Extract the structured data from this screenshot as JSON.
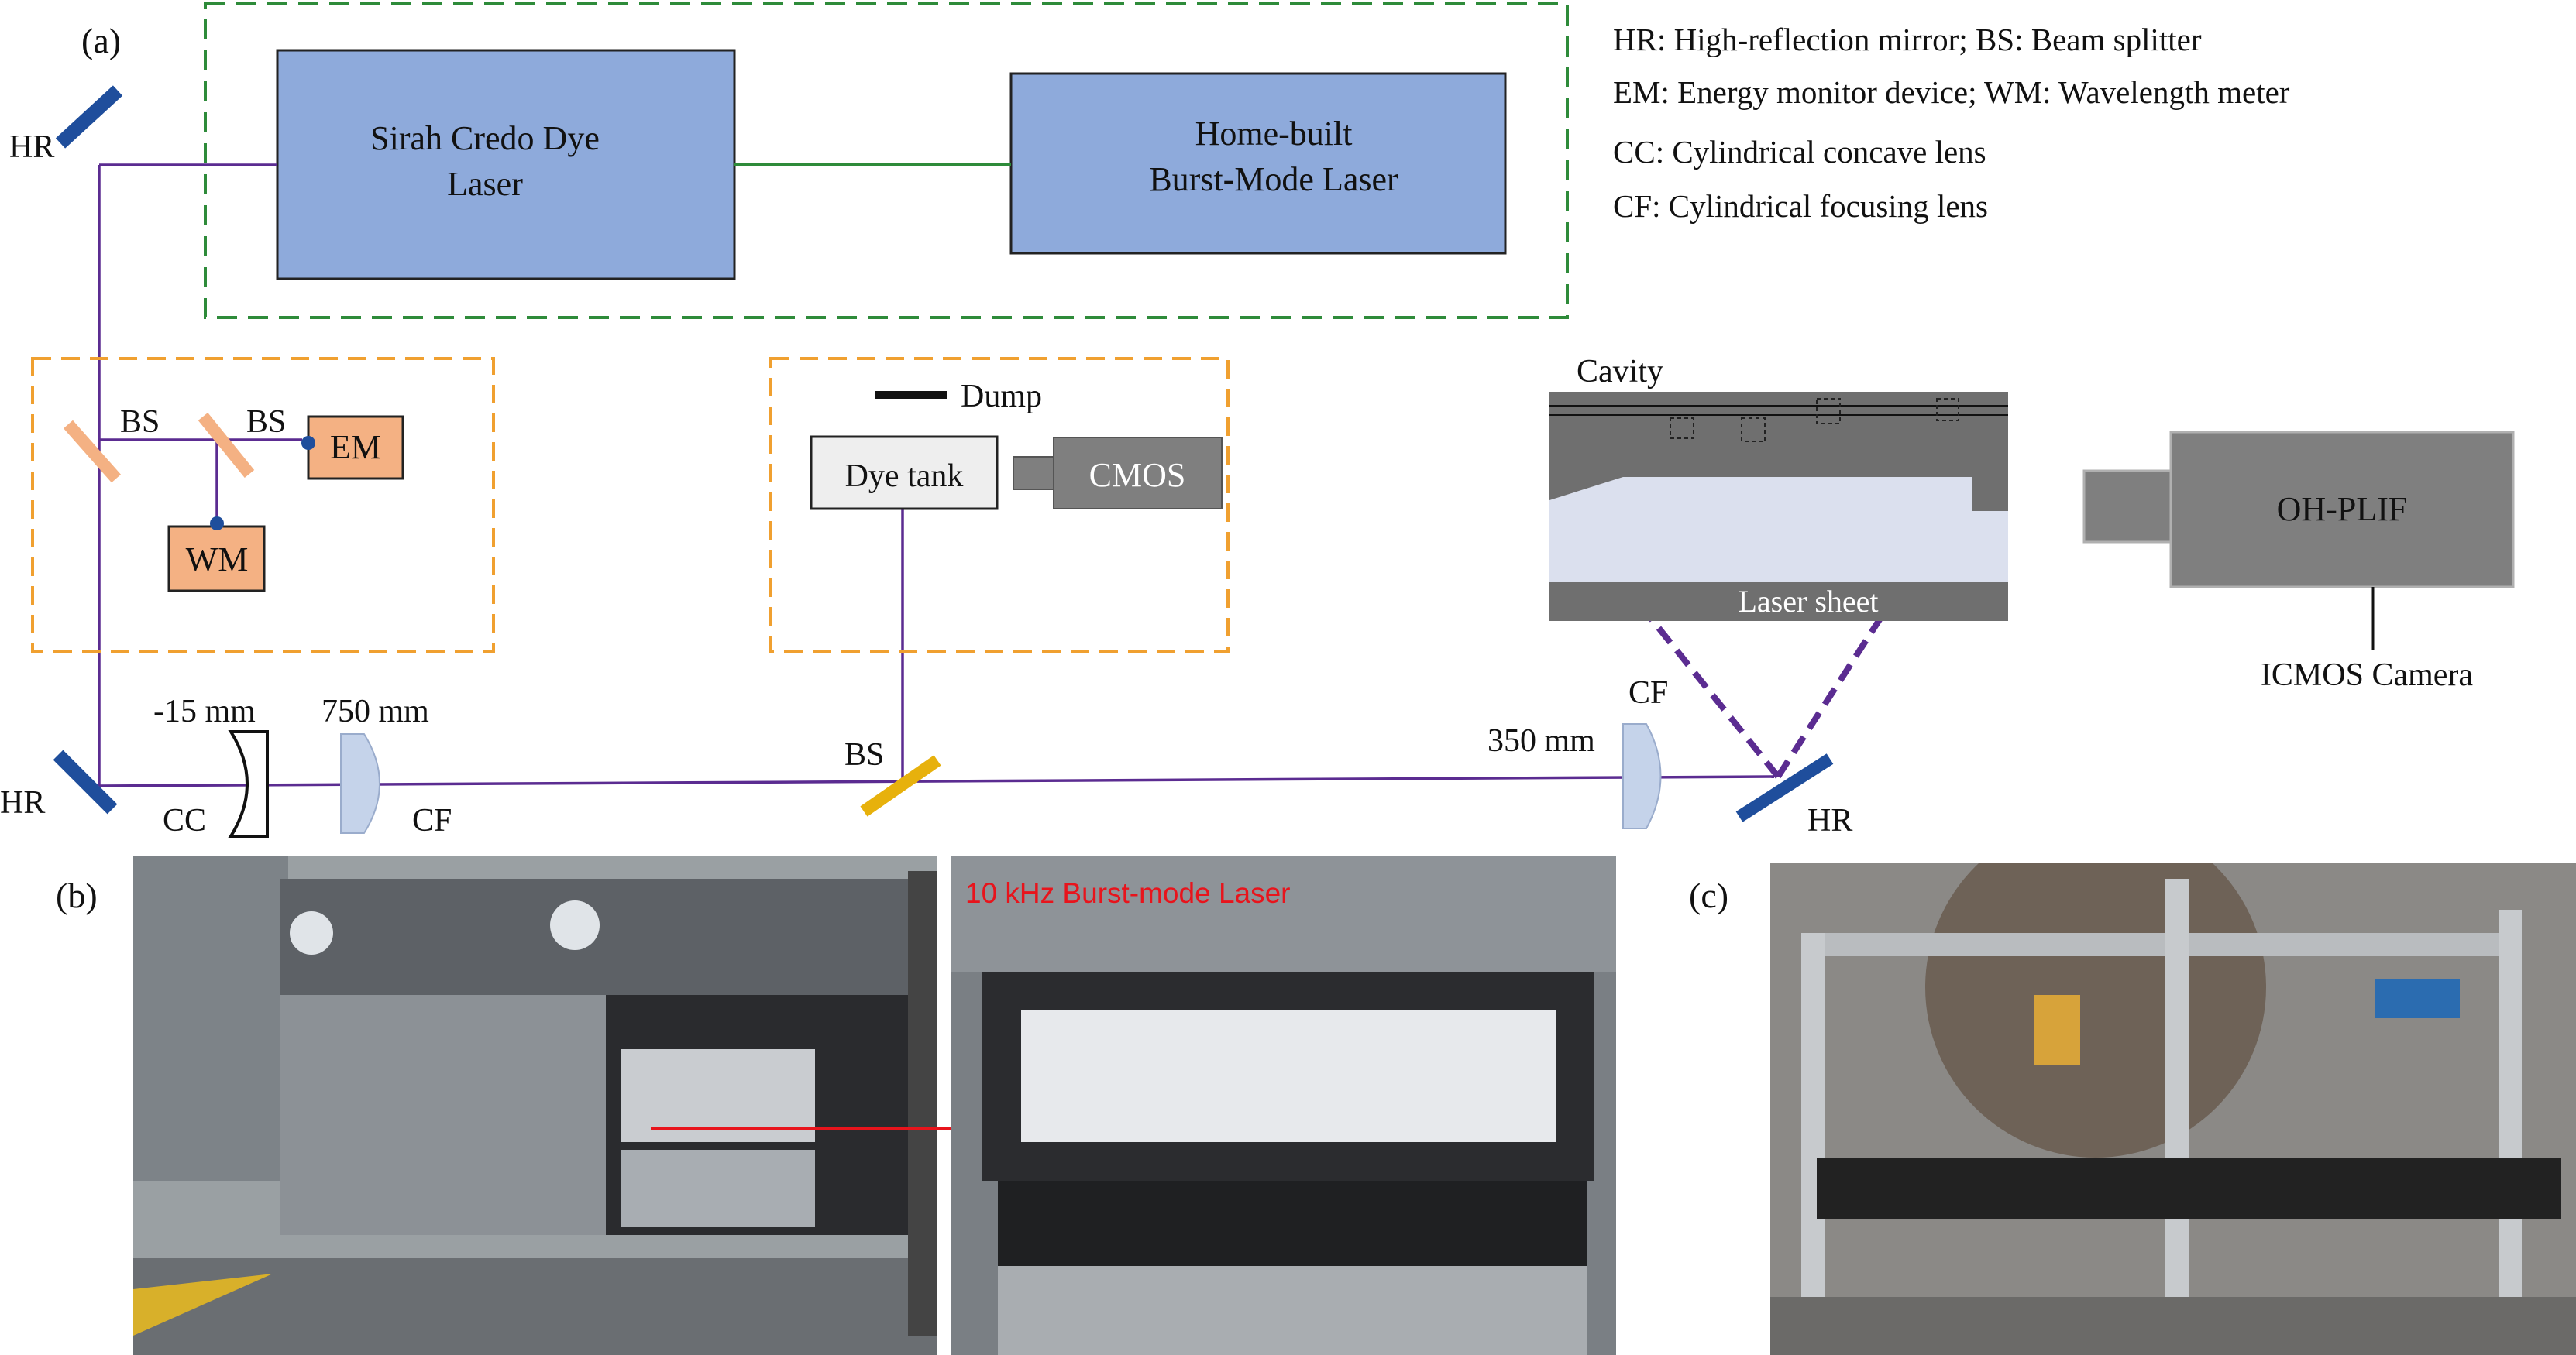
{
  "panel_labels": {
    "a": "(a)",
    "b": "(b)",
    "c": "(c)"
  },
  "legend": [
    "HR: High-reflection mirror; BS: Beam splitter",
    "EM: Energy monitor device; WM: Wavelength meter",
    "CC: Cylindrical concave lens",
    "CF: Cylindrical  focusing lens"
  ],
  "lasers": {
    "dye_line1": "Sirah Credo Dye",
    "dye_line2": "Laser",
    "burst_line1": "Home-built",
    "burst_line2": "Burst-Mode Laser"
  },
  "components": {
    "hr_top": "HR",
    "hr_bottom": "HR",
    "hr_right": "HR",
    "bs1": "BS",
    "bs2": "BS",
    "bs3": "BS",
    "em": "EM",
    "wm": "WM",
    "dump": "Dump",
    "dye_tank": "Dye tank",
    "cmos": "CMOS",
    "cc": "CC",
    "cf1": "CF",
    "cf2": "CF",
    "cc_focal": "-15 mm",
    "cf1_focal": "750 mm",
    "cf2_focal": "350 mm",
    "cavity": "Cavity",
    "laser_sheet": "Laser sheet",
    "ohplif": "OH-PLIF",
    "icmos": "ICMOS Camera"
  },
  "photo_caption": "10 kHz Burst-mode Laser",
  "colors": {
    "laser_box": "#8eaadb",
    "orange_box": "#f4b183",
    "green_dash": "#2e8b3a",
    "orange_dash": "#f0a030",
    "beam": "#5b2c91",
    "mirror": "#1f4e9c",
    "cmos_gray": "#7f7f7f",
    "caption_red": "#e8141c"
  }
}
